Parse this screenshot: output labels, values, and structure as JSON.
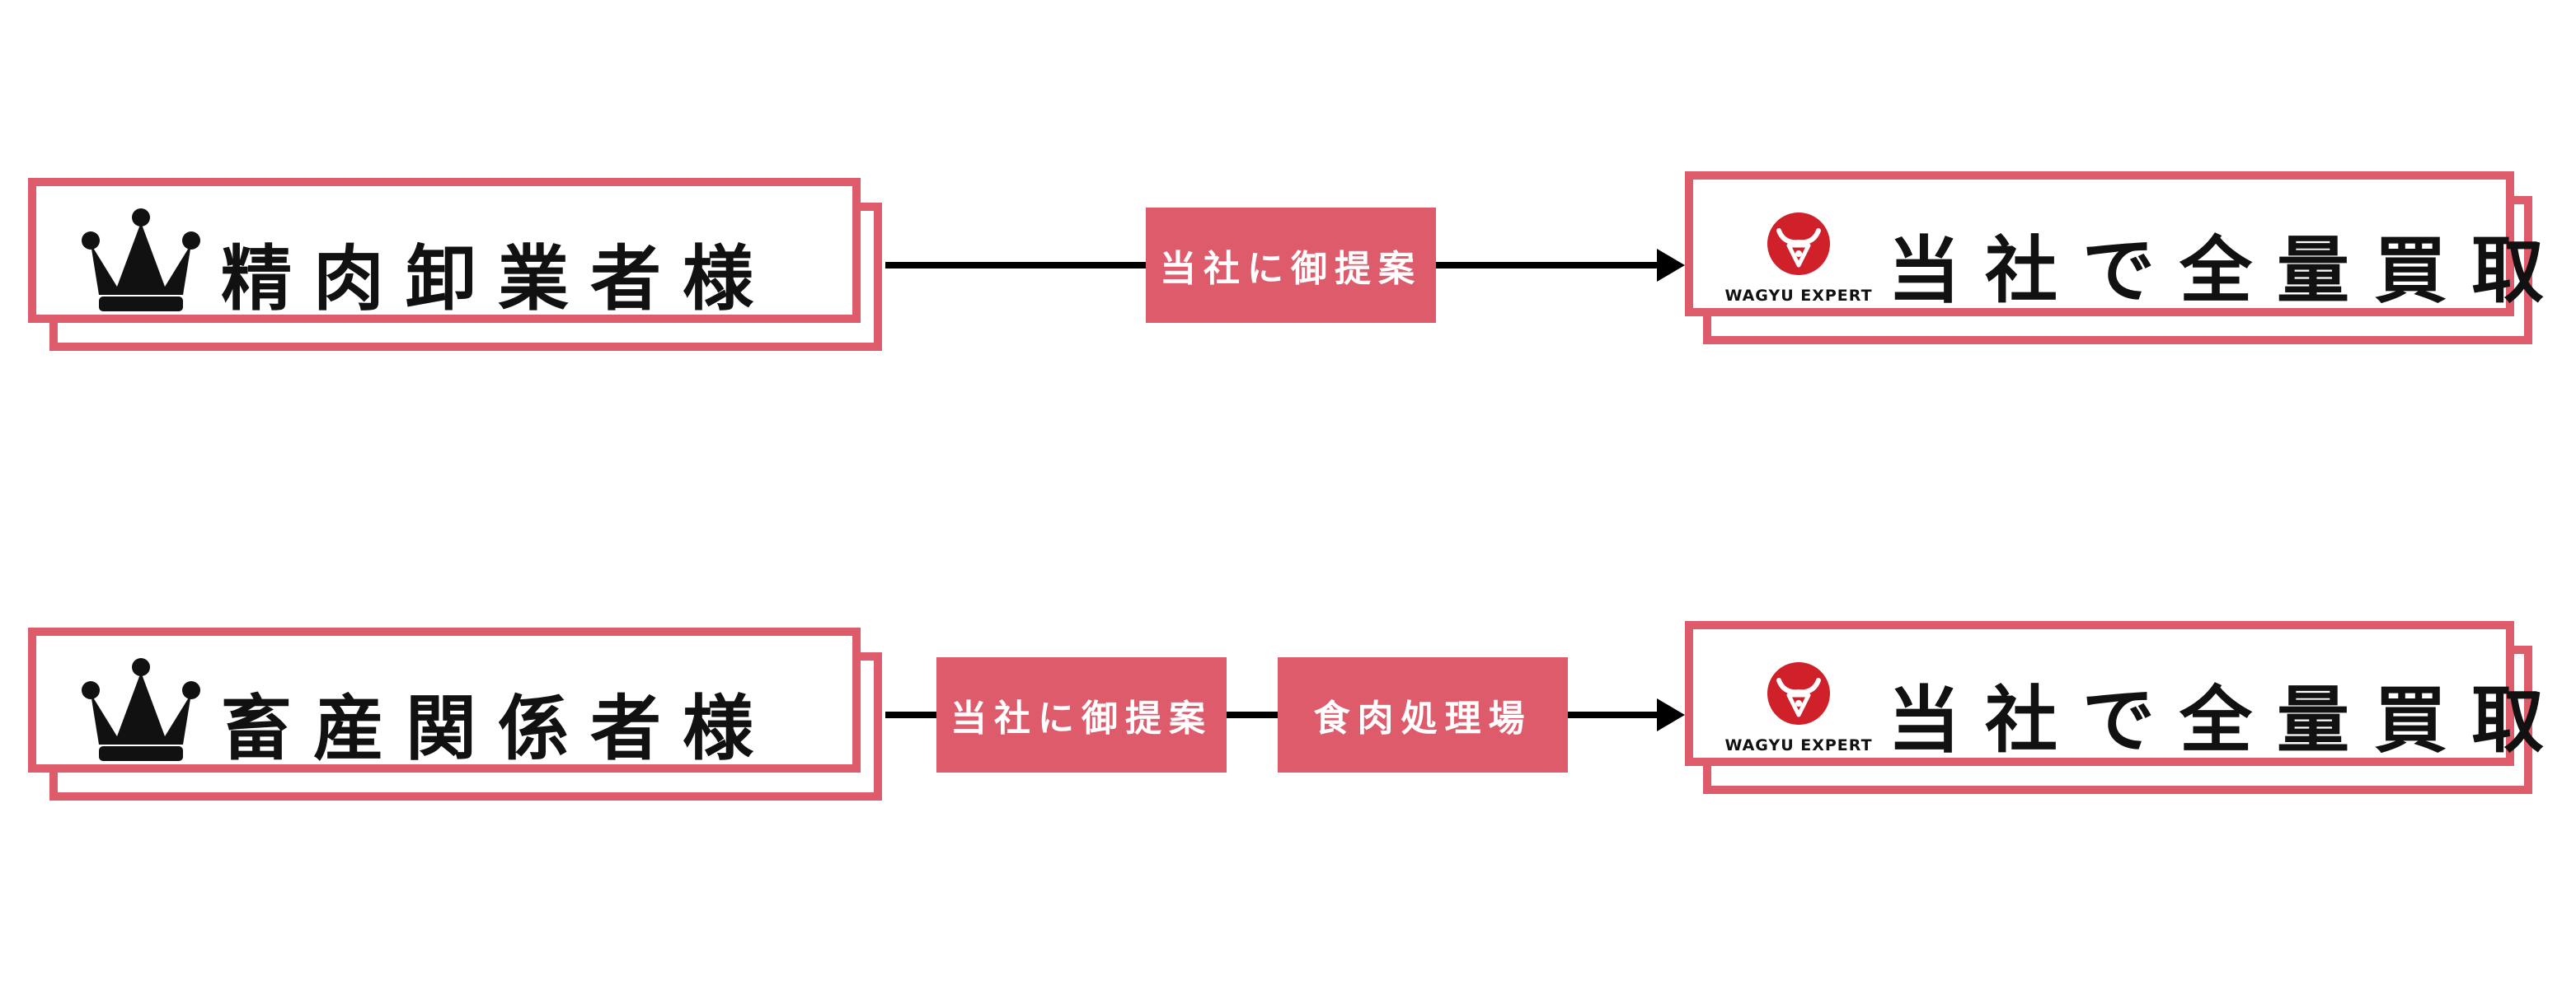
{
  "colors": {
    "accent": "#de5b6b",
    "ink": "#111111",
    "background": "#ffffff"
  },
  "icons": {
    "crown": "crown-icon",
    "logo": "wagyu-expert-bull-logo"
  },
  "flows": [
    {
      "source": "精肉卸業者様",
      "steps": [
        "当社に御提案"
      ],
      "target": {
        "logo_text": "WAGYU EXPERT",
        "label": "当社で全量買取"
      }
    },
    {
      "source": "畜産関係者様",
      "steps": [
        "当社に御提案",
        "食肉処理場"
      ],
      "target": {
        "logo_text": "WAGYU EXPERT",
        "label": "当社で全量買取"
      }
    }
  ]
}
